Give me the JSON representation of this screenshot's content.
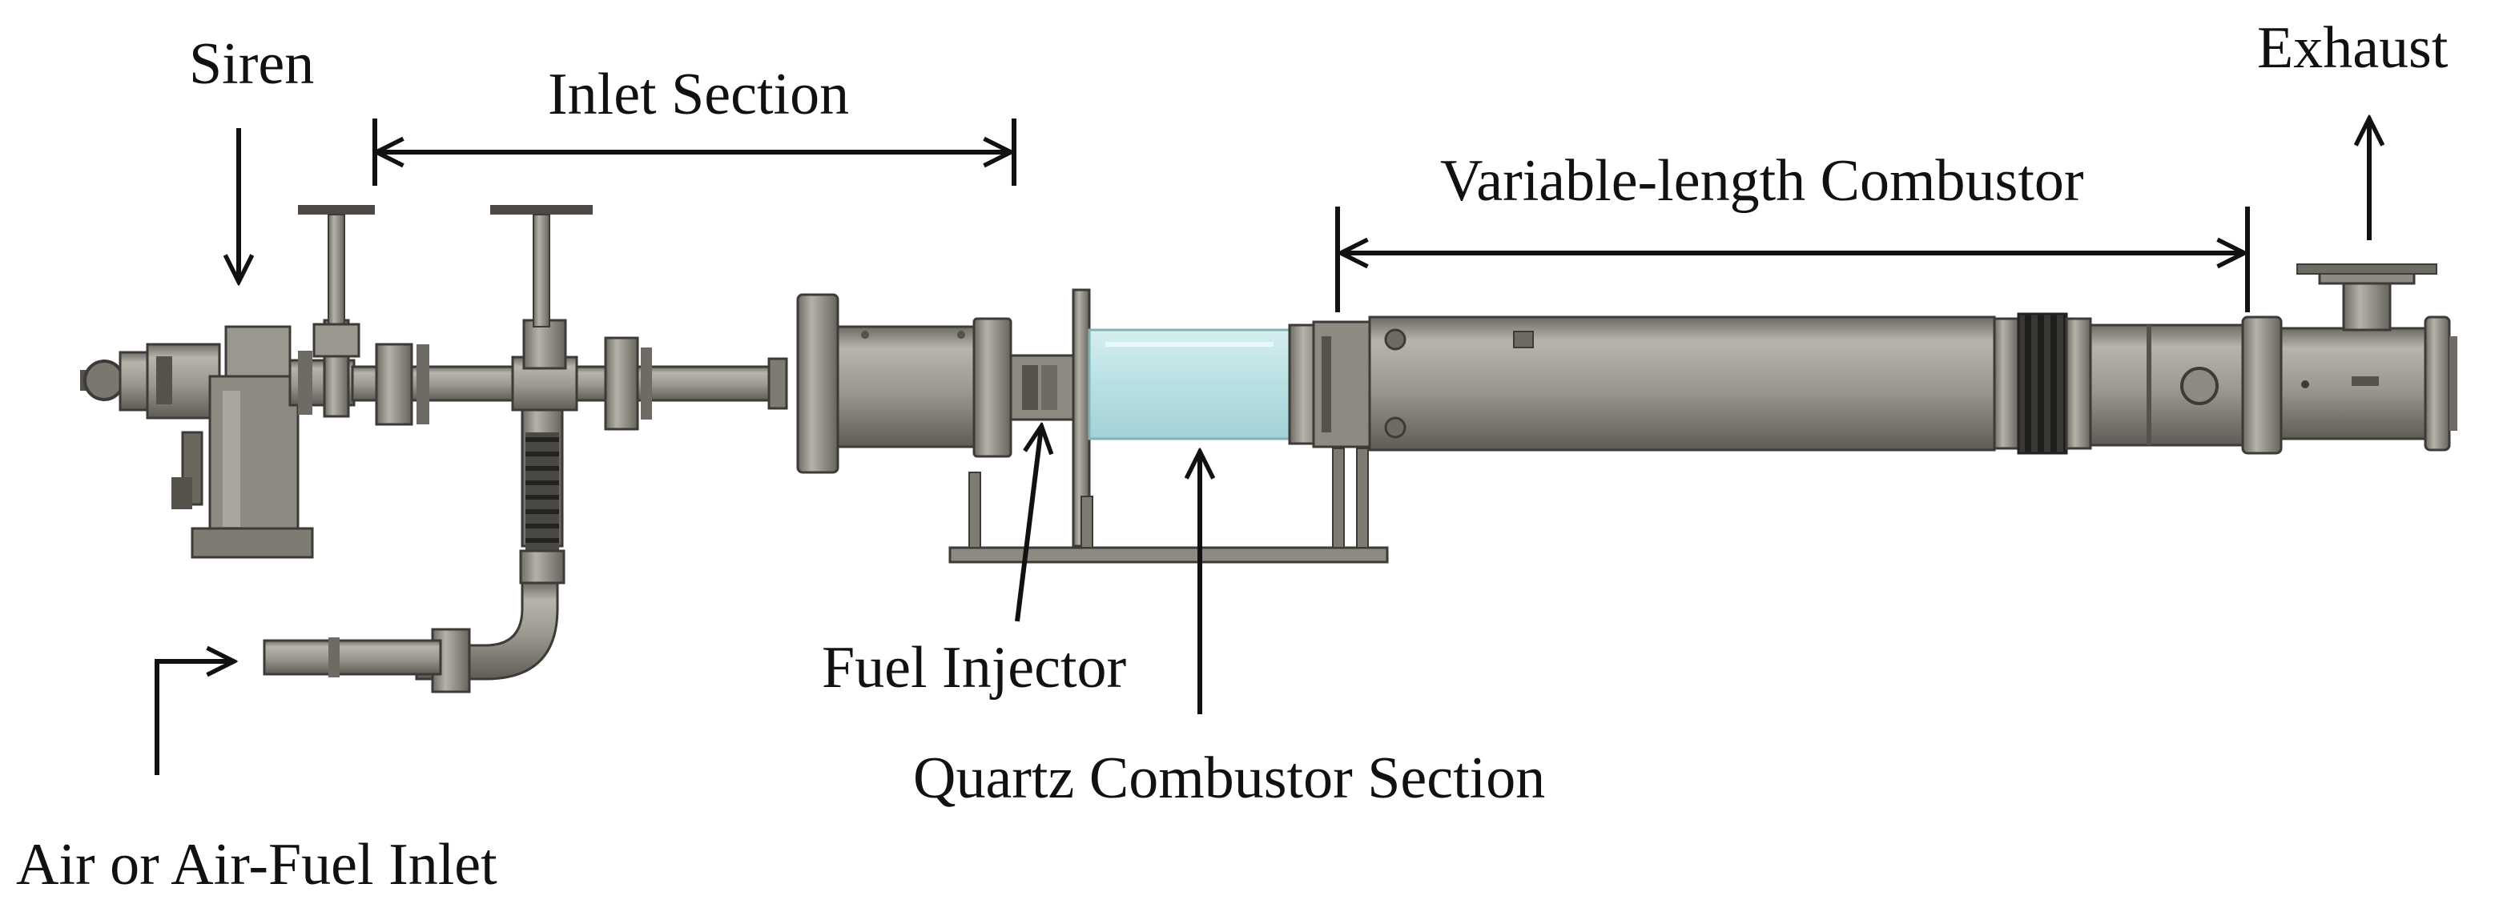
{
  "labels": {
    "siren": "Siren",
    "inlet_section": "Inlet Section",
    "variable_length_combustor": "Variable-length Combustor",
    "exhaust": "Exhaust",
    "fuel_injector": "Fuel Injector",
    "quartz_combustor_section": "Quartz Combustor Section",
    "air_inlet": "Air or Air-Fuel Inlet"
  },
  "colors": {
    "metal": "#8e8b82",
    "metal_light": "#b1aea5",
    "metal_dark": "#4d4a45",
    "quartz": "#bfe3e6",
    "flex_hose": "#3f3d3a",
    "bellows": "#2f2e2c",
    "ink": "#111111",
    "background": "#ffffff"
  }
}
